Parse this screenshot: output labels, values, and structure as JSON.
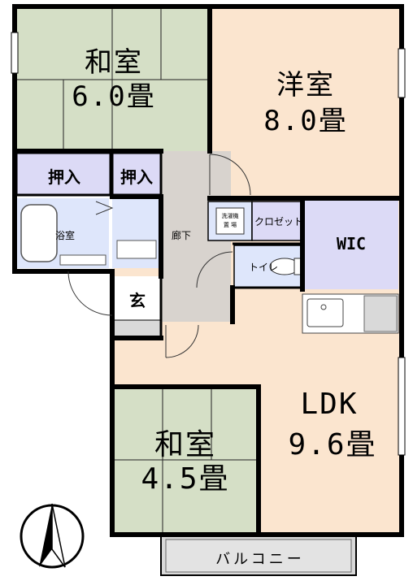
{
  "rooms": {
    "washitsu_top": {
      "name": "和室",
      "size": "6.0畳"
    },
    "youshitsu": {
      "name": "洋室",
      "size": "8.0畳"
    },
    "oshiire_1": "押入",
    "oshiire_2": "押入",
    "bath": "浴室",
    "corridor": "廊下",
    "washer_line1": "洗濯機",
    "washer_line2": "置 場",
    "closet": "クロゼット",
    "wic": "WIC",
    "toilet": "トイレ",
    "entrance": "玄",
    "ldk": {
      "name": "LDK",
      "size": "9.6畳"
    },
    "washitsu_bottom": {
      "name": "和室",
      "size": "4.5畳"
    },
    "balcony": "バルコニー"
  },
  "icons": {
    "compass": "north-arrow-icon"
  },
  "colors": {
    "tatami": "#d5dfc6",
    "flooring": "#fbe5cf",
    "storage": "#dcdaf6",
    "wet": "#dee6fb",
    "corridor": "#d8d3ce",
    "wall": "#000000",
    "kitchen": "#d9d9d9"
  }
}
